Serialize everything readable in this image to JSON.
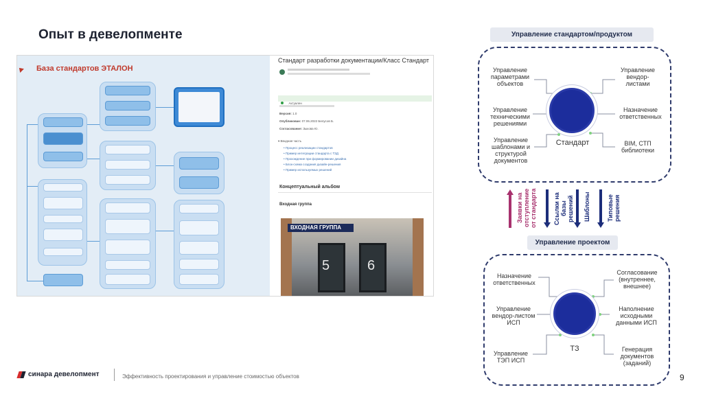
{
  "page": {
    "title": "Опыт в девелопменте",
    "page_number": "9"
  },
  "footer": {
    "logo_text": "синара девелопмент",
    "caption": "Эффективность проектирования и управление стоимостью объектов"
  },
  "screenshot": {
    "left_title": "База стандартов ЭТАЛОН",
    "doc_title": "Стандарт разработки документации/Класс Стандарт",
    "doc_status": "Актуален",
    "doc_fields": [
      {
        "label": "Версия:",
        "value": "1.0"
      },
      {
        "label": "Опубликован:",
        "value": "07.06.2022 Белусов Б."
      },
      {
        "label": "Согласование:",
        "value": "Зыкова Ю."
      }
    ],
    "doc_section_intro": "Вводная часть",
    "doc_list": [
      "Процесс реализации стандартов",
      "Пример интеграции стандарта с ТЗД",
      "Прохождение при формировании дизайна",
      "Блок-схема создания дизайн-решения",
      "Пример используемых решений"
    ],
    "album_heading": "Концептуальный альбом",
    "album_subheading": "Входная группа",
    "album_banner": "ВХОДНАЯ ГРУППА",
    "album_numbers": [
      "5",
      "6"
    ]
  },
  "diagram": {
    "top_title": "Управление стандартом/продуктом",
    "top_center": "Стандарт",
    "top_items": [
      "Управление параметрами объектов",
      "Управление техническими решениями",
      "Управление шаблонами и структурой документов",
      "Управление вендор-листами",
      "Назначение ответственных",
      "BIM, СТП библиотеки"
    ],
    "arrows": [
      "Заявки на отступление от стандарта",
      "Ссылки на базы решений",
      "Шаблоны",
      "Типовые решения"
    ],
    "arrow_colors": [
      "#a8326e",
      "#1c2d7a",
      "#1c2d7a",
      "#1c2d7a"
    ],
    "bottom_title": "Управление проектом",
    "bottom_center": "ТЗ",
    "bottom_items": [
      "Назначение ответственных",
      "Управление вендор-листом ИСП",
      "Управление ТЭП ИСП",
      "Согласование (внутреннее, внешнее)",
      "Наполнение исходными данными ИСП",
      "Генерация документов (заданий)"
    ]
  }
}
